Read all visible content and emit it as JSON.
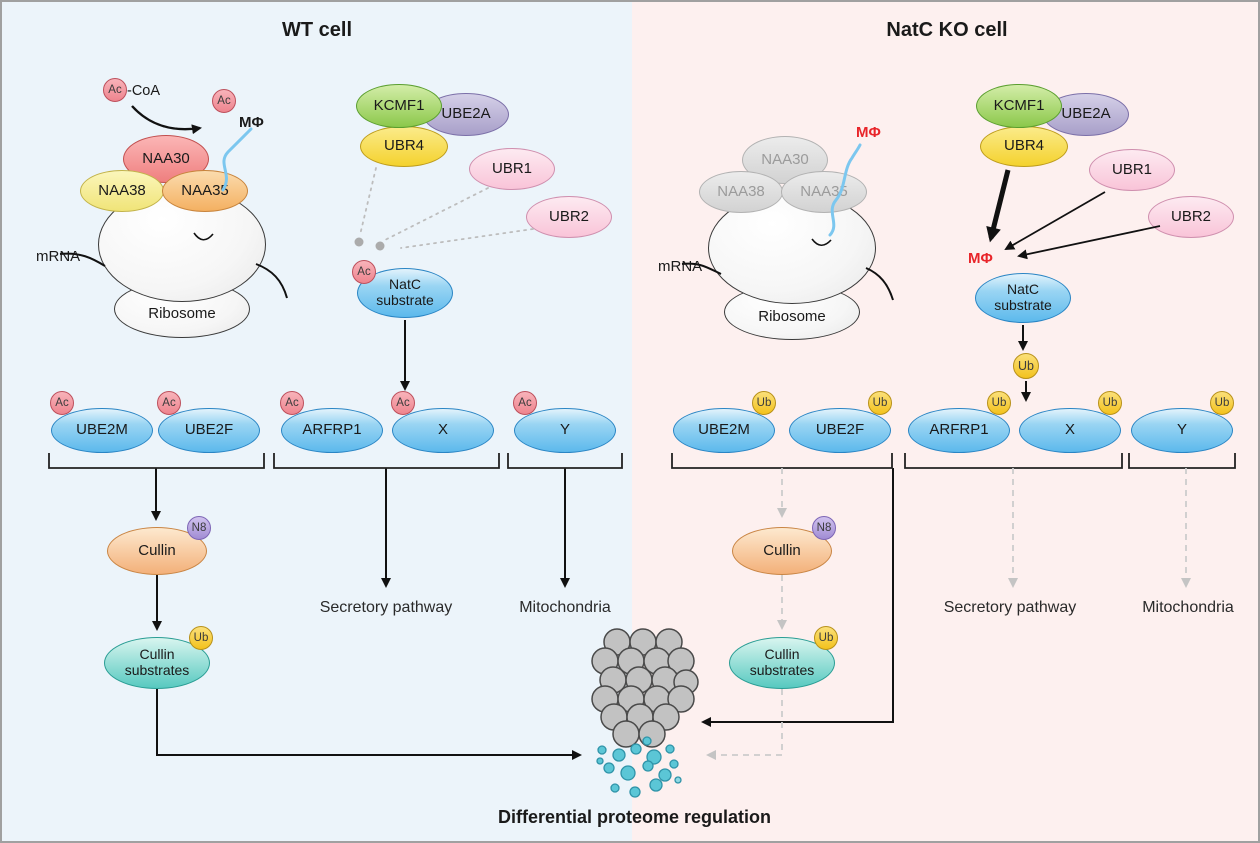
{
  "titles": {
    "wt": "WT cell",
    "ko": "NatC KO cell",
    "bottom": "Differential proteome regulation"
  },
  "labels": {
    "ac": "Ac",
    "coa": "-CoA",
    "mphi": "MΦ",
    "ub": "Ub",
    "n8": "N8",
    "mrna": "mRNA",
    "ribosome": "Ribosome",
    "naa30": "NAA30",
    "naa38": "NAA38",
    "naa35": "NAA35",
    "kcmf1": "KCMF1",
    "ube2a": "UBE2A",
    "ubr4": "UBR4",
    "ubr1": "UBR1",
    "ubr2": "UBR2",
    "natc_substrate": "NatC\nsubstrate",
    "cullin": "Cullin",
    "cullin_substrates": "Cullin\nsubstrates",
    "secretory": "Secretory pathway",
    "mitochondria": "Mitochondria",
    "substrates": [
      "UBE2M",
      "UBE2F",
      "ARFRP1",
      "X",
      "Y"
    ]
  },
  "colors": {
    "wt_bg": "#ecf4fa",
    "ko_bg": "#fdf0ef",
    "substrate_blue": "#5cb9ec",
    "ac_pink": "#ee848e",
    "ub_yellow": "#f3c21d",
    "n8_purple": "#a18cd4",
    "naa30_red": "#ef7f7f",
    "naa38_yellow": "#f0e478",
    "naa35_orange": "#f4b061",
    "kcmf1_green": "#8cc84b",
    "ube2a_purple": "#a89fc9",
    "ubr4_yellow": "#f4d22e",
    "ubr_pink": "#f9c4d8",
    "cullin_orange": "#f3b079",
    "cullin_teal": "#57c9c0",
    "ko_inactive_gray": "#d2d2d2",
    "mphi_red": "#e8252a",
    "proteasome_gray": "#c2c2c2",
    "degraded_teal": "#5bc6d6"
  }
}
